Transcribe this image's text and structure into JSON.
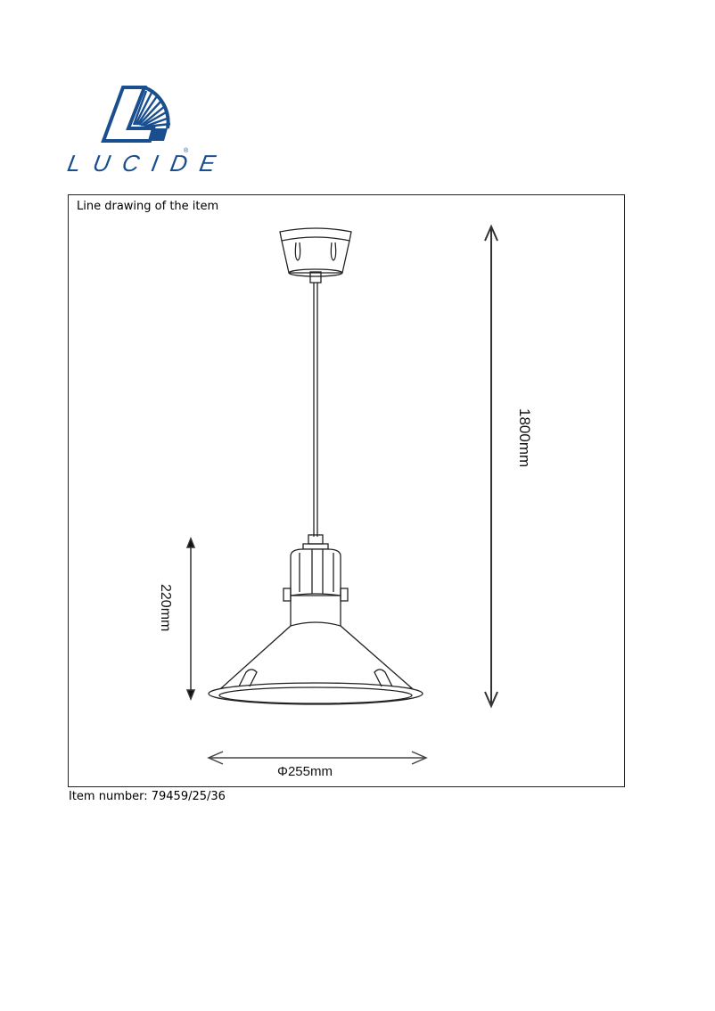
{
  "brand": {
    "name": "LUCIDE",
    "registered_mark": "®",
    "color": "#1a4f8f"
  },
  "frame": {
    "title": "Line drawing of the item"
  },
  "dimensions": {
    "total_height": "1800mm",
    "shade_height": "220mm",
    "diameter": "Φ255mm"
  },
  "footer": {
    "item_number": "Item number: 79459/25/36"
  }
}
